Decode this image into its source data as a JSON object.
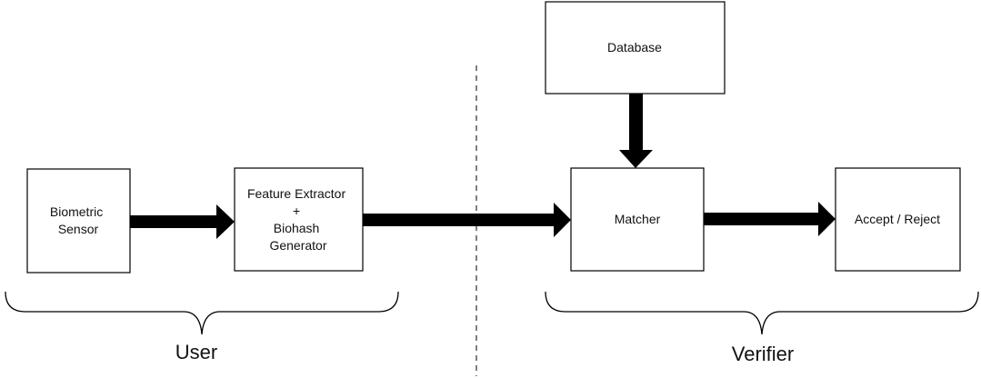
{
  "nodes": {
    "biometric_sensor": [
      "Biometric",
      "Sensor"
    ],
    "feature_extractor": [
      "Feature Extractor",
      "+",
      "Biohash",
      "Generator"
    ],
    "database": [
      "Database"
    ],
    "matcher": [
      "Matcher"
    ],
    "accept_reject": [
      "Accept / Reject"
    ]
  },
  "groups": {
    "user": "User",
    "verifier": "Verifier"
  },
  "colors": {
    "stroke": "#000000",
    "arrow": "#000000",
    "divider": "#7f7f7f"
  }
}
